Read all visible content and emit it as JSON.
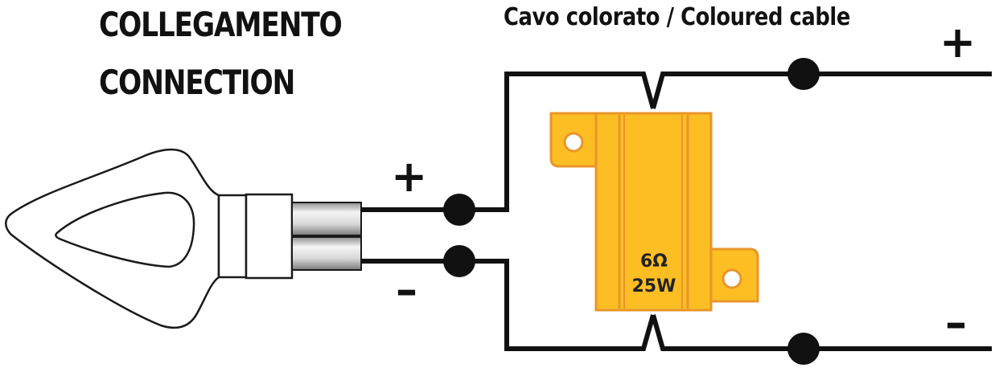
{
  "title": {
    "line1": "COLLEGAMENTO",
    "line2": "CONNECTION"
  },
  "cable_label": "Cavo colorato / Coloured cable",
  "signs": {
    "lamp_positive": "+",
    "lamp_negative": "–",
    "out_positive": "+",
    "out_negative": "–"
  },
  "resistor": {
    "resistance": "6Ω",
    "power": "25W",
    "color": "#FDBE24",
    "edge_color": "#E9952A"
  },
  "wire_color": "#111111"
}
